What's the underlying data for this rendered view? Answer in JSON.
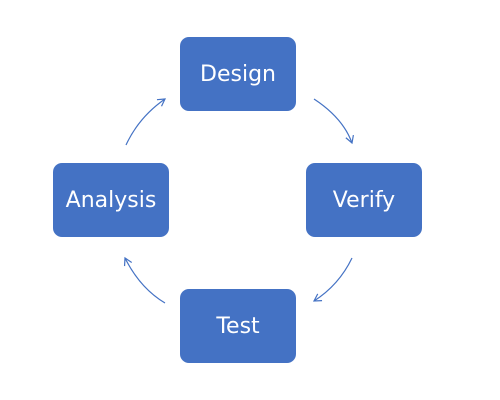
{
  "diagram": {
    "type": "cycle",
    "nodes": [
      {
        "id": "design",
        "label": "Design"
      },
      {
        "id": "verify",
        "label": "Verify"
      },
      {
        "id": "test",
        "label": "Test"
      },
      {
        "id": "analysis",
        "label": "Analysis"
      }
    ],
    "edges": [
      {
        "from": "design",
        "to": "verify"
      },
      {
        "from": "verify",
        "to": "test"
      },
      {
        "from": "test",
        "to": "analysis"
      },
      {
        "from": "analysis",
        "to": "design"
      }
    ]
  },
  "colors": {
    "node_fill": "#4472c4",
    "node_text": "#ffffff",
    "arrow": "#4472c4",
    "background": "#ffffff"
  }
}
